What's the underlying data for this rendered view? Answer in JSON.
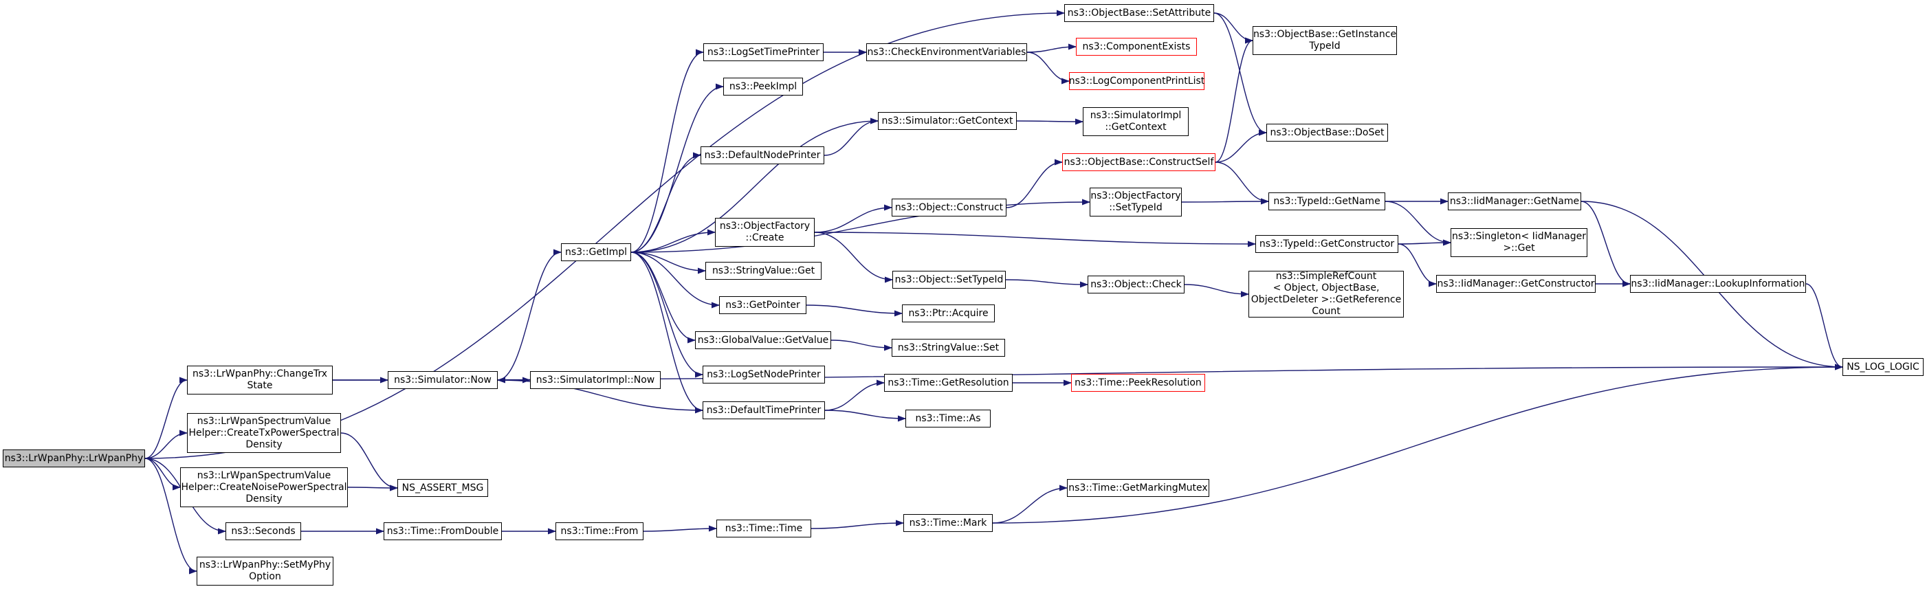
{
  "colors": {
    "edge": "#191970",
    "external_border": "#ff0000",
    "root_fill": "#bfbfbf",
    "node_border": "#000000"
  },
  "nodes": [
    {
      "id": "root",
      "label": "ns3::LrWpanPhy::LrWpanPhy",
      "root": true
    },
    {
      "id": "setattr",
      "label": "ns3::ObjectBase::SetAttribute"
    },
    {
      "id": "getinst",
      "label": "ns3::ObjectBase::GetInstance\nTypeId"
    },
    {
      "id": "logsettp",
      "label": "ns3::LogSetTimePrinter"
    },
    {
      "id": "checkenv",
      "label": "ns3::CheckEnvironmentVariables"
    },
    {
      "id": "compexists",
      "label": "ns3::ComponentExists",
      "external": true
    },
    {
      "id": "logcomplist",
      "label": "ns3::LogComponentPrintList",
      "external": true
    },
    {
      "id": "peekimpl",
      "label": "ns3::PeekImpl"
    },
    {
      "id": "simgetctx",
      "label": "ns3::Simulator::GetContext"
    },
    {
      "id": "simimplgetctx",
      "label": "ns3::SimulatorImpl\n::GetContext"
    },
    {
      "id": "doset",
      "label": "ns3::ObjectBase::DoSet"
    },
    {
      "id": "defnodep",
      "label": "ns3::DefaultNodePrinter"
    },
    {
      "id": "constructself",
      "label": "ns3::ObjectBase::ConstructSelf",
      "external": true
    },
    {
      "id": "objfactsettid",
      "label": "ns3::ObjectFactory\n::SetTypeId"
    },
    {
      "id": "tidgetname",
      "label": "ns3::TypeId::GetName"
    },
    {
      "id": "iidgetname",
      "label": "ns3::IidManager::GetName"
    },
    {
      "id": "objconstruct",
      "label": "ns3::Object::Construct"
    },
    {
      "id": "getimpl",
      "label": "ns3::GetImpl"
    },
    {
      "id": "objfactcreate",
      "label": "ns3::ObjectFactory\n::Create"
    },
    {
      "id": "tidgetctor",
      "label": "ns3::TypeId::GetConstructor"
    },
    {
      "id": "singleton",
      "label": "ns3::Singleton< IidManager\n>::Get"
    },
    {
      "id": "strvalget",
      "label": "ns3::StringValue::Get"
    },
    {
      "id": "objsettid",
      "label": "ns3::Object::SetTypeId"
    },
    {
      "id": "objcheck",
      "label": "ns3::Object::Check"
    },
    {
      "id": "simplerefcount",
      "label": "ns3::SimpleRefCount\n< Object, ObjectBase,\n ObjectDeleter >::GetReference\nCount"
    },
    {
      "id": "iidgetctor",
      "label": "ns3::IidManager::GetConstructor"
    },
    {
      "id": "iidlookup",
      "label": "ns3::IidManager::LookupInformation"
    },
    {
      "id": "getpointer",
      "label": "ns3::GetPointer"
    },
    {
      "id": "ptracquire",
      "label": "ns3::Ptr::Acquire"
    },
    {
      "id": "globalval",
      "label": "ns3::GlobalValue::GetValue"
    },
    {
      "id": "strvalset",
      "label": "ns3::StringValue::Set"
    },
    {
      "id": "changetrx",
      "label": "ns3::LrWpanPhy::ChangeTrx\nState"
    },
    {
      "id": "simnow",
      "label": "ns3::Simulator::Now"
    },
    {
      "id": "simimplnow",
      "label": "ns3::SimulatorImpl::Now"
    },
    {
      "id": "logsetnp",
      "label": "ns3::LogSetNodePrinter"
    },
    {
      "id": "nslog",
      "label": "NS_LOG_LOGIC"
    },
    {
      "id": "deftimep",
      "label": "ns3::DefaultTimePrinter"
    },
    {
      "id": "timegetres",
      "label": "ns3::Time::GetResolution"
    },
    {
      "id": "timepeekres",
      "label": "ns3::Time::PeekResolution",
      "external": true
    },
    {
      "id": "timeas",
      "label": "ns3::Time::As"
    },
    {
      "id": "createtx",
      "label": "ns3::LrWpanSpectrumValue\nHelper::CreateTxPowerSpectral\nDensity"
    },
    {
      "id": "createnoise",
      "label": "ns3::LrWpanSpectrumValue\nHelper::CreateNoisePowerSpectral\nDensity"
    },
    {
      "id": "nsassert",
      "label": "NS_ASSERT_MSG"
    },
    {
      "id": "timegetmm",
      "label": "ns3::Time::GetMarkingMutex"
    },
    {
      "id": "seconds",
      "label": "ns3::Seconds"
    },
    {
      "id": "timefromdouble",
      "label": "ns3::Time::FromDouble"
    },
    {
      "id": "timefrom",
      "label": "ns3::Time::From"
    },
    {
      "id": "timetime",
      "label": "ns3::Time::Time"
    },
    {
      "id": "timemark",
      "label": "ns3::Time::Mark"
    },
    {
      "id": "setmyphy",
      "label": "ns3::LrWpanPhy::SetMyPhy\nOption"
    }
  ],
  "edges": [
    [
      "root",
      "setattr"
    ],
    [
      "root",
      "changetrx"
    ],
    [
      "root",
      "createtx"
    ],
    [
      "root",
      "createnoise"
    ],
    [
      "root",
      "seconds"
    ],
    [
      "root",
      "setmyphy"
    ],
    [
      "setattr",
      "getinst"
    ],
    [
      "setattr",
      "doset"
    ],
    [
      "changetrx",
      "simnow"
    ],
    [
      "changetrx",
      "nslog"
    ],
    [
      "createtx",
      "nsassert"
    ],
    [
      "createnoise",
      "nsassert"
    ],
    [
      "seconds",
      "timefromdouble"
    ],
    [
      "timefromdouble",
      "timefrom"
    ],
    [
      "timefrom",
      "timetime"
    ],
    [
      "timetime",
      "timemark"
    ],
    [
      "timemark",
      "timegetmm"
    ],
    [
      "timemark",
      "nslog"
    ],
    [
      "simnow",
      "getimpl"
    ],
    [
      "simnow",
      "simimplnow"
    ],
    [
      "getimpl",
      "logsettp"
    ],
    [
      "getimpl",
      "peekimpl"
    ],
    [
      "getimpl",
      "simgetctx"
    ],
    [
      "getimpl",
      "defnodep"
    ],
    [
      "getimpl",
      "objfactsettid"
    ],
    [
      "getimpl",
      "objfactcreate"
    ],
    [
      "getimpl",
      "strvalget"
    ],
    [
      "getimpl",
      "getpointer"
    ],
    [
      "getimpl",
      "globalval"
    ],
    [
      "getimpl",
      "logsetnp"
    ],
    [
      "getimpl",
      "deftimep"
    ],
    [
      "logsettp",
      "checkenv"
    ],
    [
      "checkenv",
      "compexists"
    ],
    [
      "checkenv",
      "logcomplist"
    ],
    [
      "simgetctx",
      "simimplgetctx"
    ],
    [
      "defnodep",
      "simgetctx"
    ],
    [
      "objconstruct",
      "constructself"
    ],
    [
      "constructself",
      "getinst"
    ],
    [
      "constructself",
      "doset"
    ],
    [
      "constructself",
      "tidgetname"
    ],
    [
      "objfactsettid",
      "tidgetname"
    ],
    [
      "objfactcreate",
      "objconstruct"
    ],
    [
      "objfactcreate",
      "tidgetctor"
    ],
    [
      "objfactcreate",
      "objsettid"
    ],
    [
      "tidgetname",
      "iidgetname"
    ],
    [
      "tidgetname",
      "singleton"
    ],
    [
      "tidgetctor",
      "singleton"
    ],
    [
      "tidgetctor",
      "iidgetctor"
    ],
    [
      "iidgetname",
      "iidlookup"
    ],
    [
      "iidgetname",
      "nslog"
    ],
    [
      "iidgetctor",
      "iidlookup"
    ],
    [
      "iidlookup",
      "nslog"
    ],
    [
      "objsettid",
      "objcheck"
    ],
    [
      "objcheck",
      "simplerefcount"
    ],
    [
      "getpointer",
      "ptracquire"
    ],
    [
      "globalval",
      "strvalset"
    ],
    [
      "deftimep",
      "simnow"
    ],
    [
      "deftimep",
      "timegetres"
    ],
    [
      "deftimep",
      "timeas"
    ],
    [
      "timegetres",
      "timepeekres"
    ]
  ]
}
